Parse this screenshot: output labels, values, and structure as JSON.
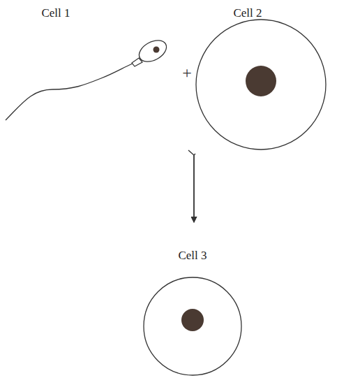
{
  "diagram": {
    "nodes": [
      {
        "text": [
          "Cell 1"
        ]
      },
      {
        "text": [
          "Cell 2"
        ]
      },
      {
        "text": [
          "Cell 3"
        ]
      }
    ],
    "edges": [
      {
        "from": 0,
        "to": 2,
        "arrow": "to"
      },
      {
        "from": 1,
        "to": 2,
        "arrow": "to"
      }
    ],
    "labels": [
      "+"
    ]
  }
}
